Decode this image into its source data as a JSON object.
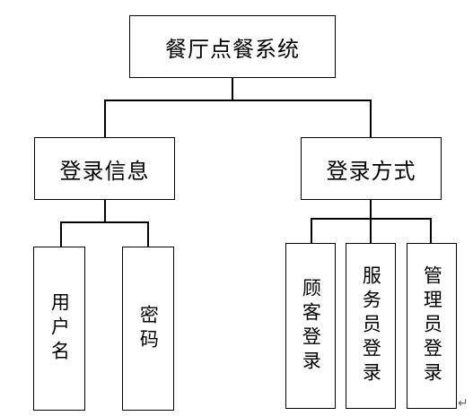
{
  "title": "餐厅点餐系统",
  "groups": [
    {
      "label": "登录信息",
      "children": [
        "用户名",
        "密码"
      ]
    },
    {
      "label": "登录方式",
      "children": [
        "顾客登录",
        "服务员登录",
        "管理员登录"
      ]
    }
  ],
  "paragraph_mark": "↵"
}
